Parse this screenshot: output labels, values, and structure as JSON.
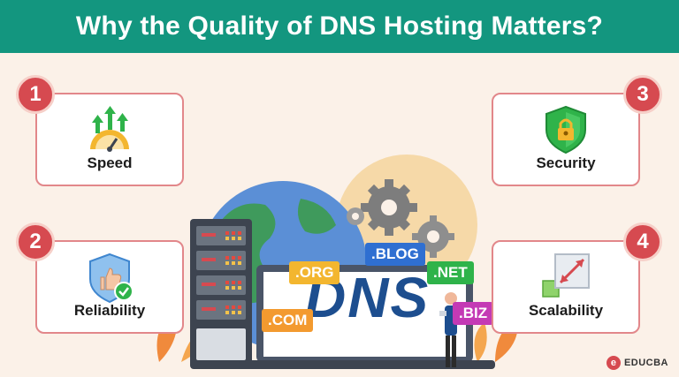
{
  "title": "Why the Quality of DNS Hosting Matters?",
  "cards": [
    {
      "number": "1",
      "label": "Speed",
      "icon": "speedometer-arrows-icon"
    },
    {
      "number": "2",
      "label": "Reliability",
      "icon": "thumbs-up-shield-icon"
    },
    {
      "number": "3",
      "label": "Security",
      "icon": "lock-shield-icon"
    },
    {
      "number": "4",
      "label": "Scalability",
      "icon": "resize-expand-icon"
    }
  ],
  "scene": {
    "main_text": "DNS",
    "tlds": [
      ".ORG",
      ".BLOG",
      ".NET",
      ".COM",
      ".BIZ"
    ]
  },
  "brand": {
    "name": "EDUCBA",
    "mark": "e"
  },
  "colors": {
    "header": "#13967f",
    "accent_red": "#d64a50",
    "card_border": "#e2878a",
    "background": "#fbf1e8"
  }
}
